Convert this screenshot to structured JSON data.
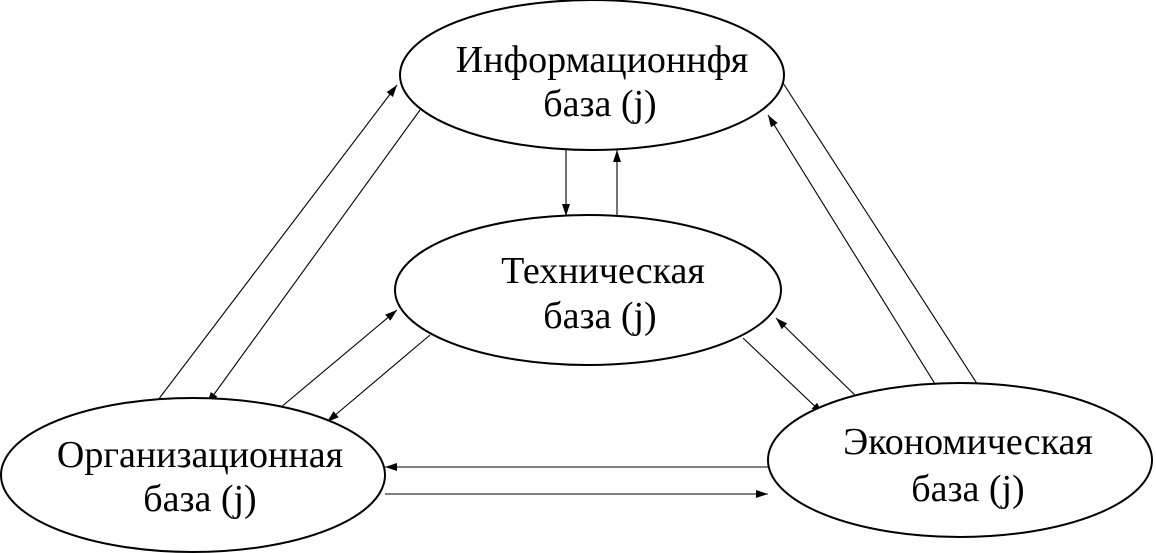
{
  "diagram": {
    "nodes": {
      "info": {
        "line1": "Информационнфя",
        "line2": "база (j)"
      },
      "tech": {
        "line1": "Техническая",
        "line2": "база (j)"
      },
      "org": {
        "line1": "Организационная",
        "line2": "база (j)"
      },
      "econ": {
        "line1": "Экономическая",
        "line2": "база (j)"
      }
    },
    "edges": [
      {
        "from": "info",
        "to": "tech"
      },
      {
        "from": "tech",
        "to": "info"
      },
      {
        "from": "org",
        "to": "info"
      },
      {
        "from": "info",
        "to": "org"
      },
      {
        "from": "info",
        "to": "econ"
      },
      {
        "from": "econ",
        "to": "info"
      },
      {
        "from": "org",
        "to": "tech"
      },
      {
        "from": "tech",
        "to": "org"
      },
      {
        "from": "tech",
        "to": "econ"
      },
      {
        "from": "econ",
        "to": "tech"
      },
      {
        "from": "econ",
        "to": "org"
      },
      {
        "from": "org",
        "to": "econ"
      }
    ]
  }
}
